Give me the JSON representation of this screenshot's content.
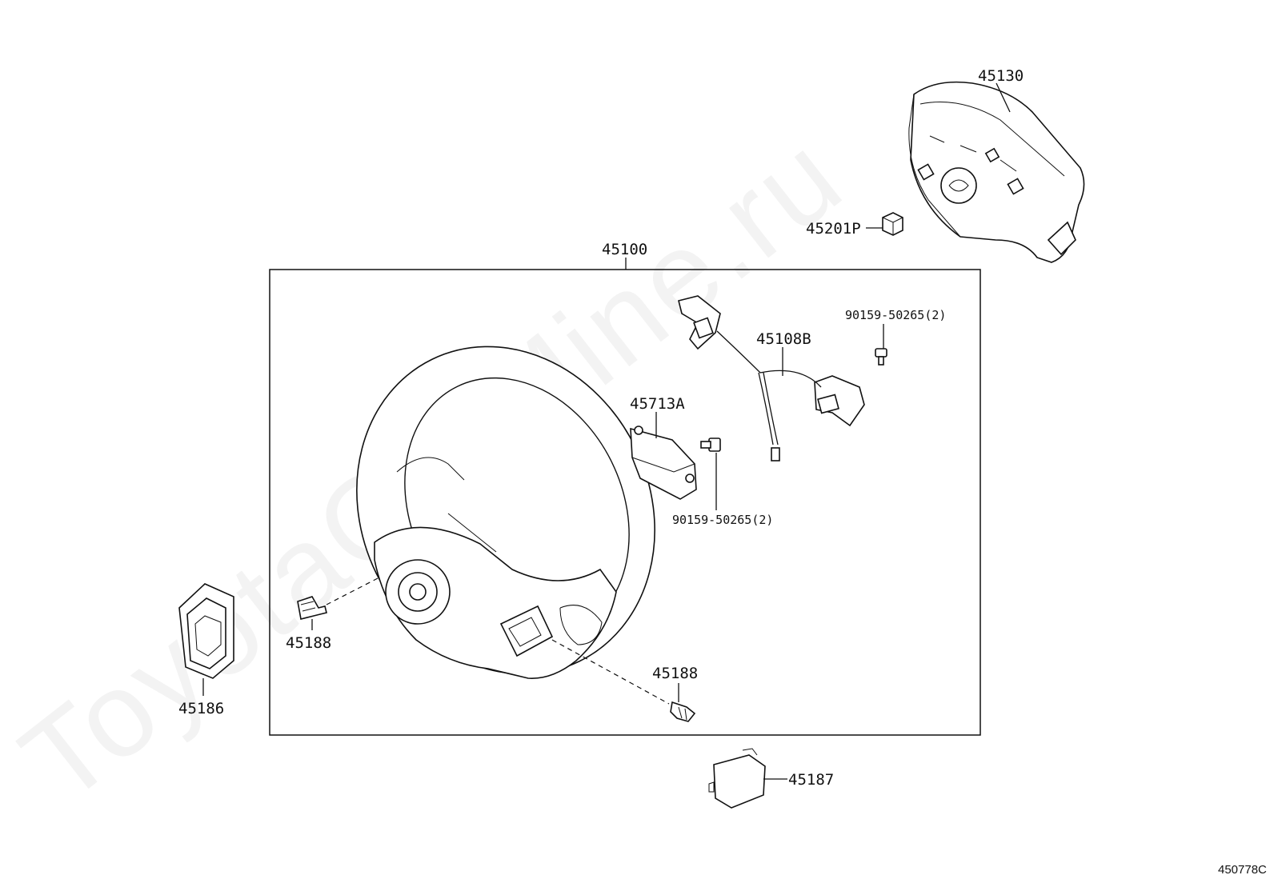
{
  "watermark": "ToyotaCarMine.ru",
  "figure_code": "450778C",
  "callouts": {
    "airbag_pad": "45130",
    "nut": "45201P",
    "steering_wheel_assy": "45100",
    "screw_upper": "90159-50265(2)",
    "wire_harness": "45108B",
    "switch_assy": "45713A",
    "screw_lower": "90159-50265(2)",
    "plug_left": "45188",
    "plug_right": "45188",
    "emblem": "45186",
    "cover": "45187"
  }
}
